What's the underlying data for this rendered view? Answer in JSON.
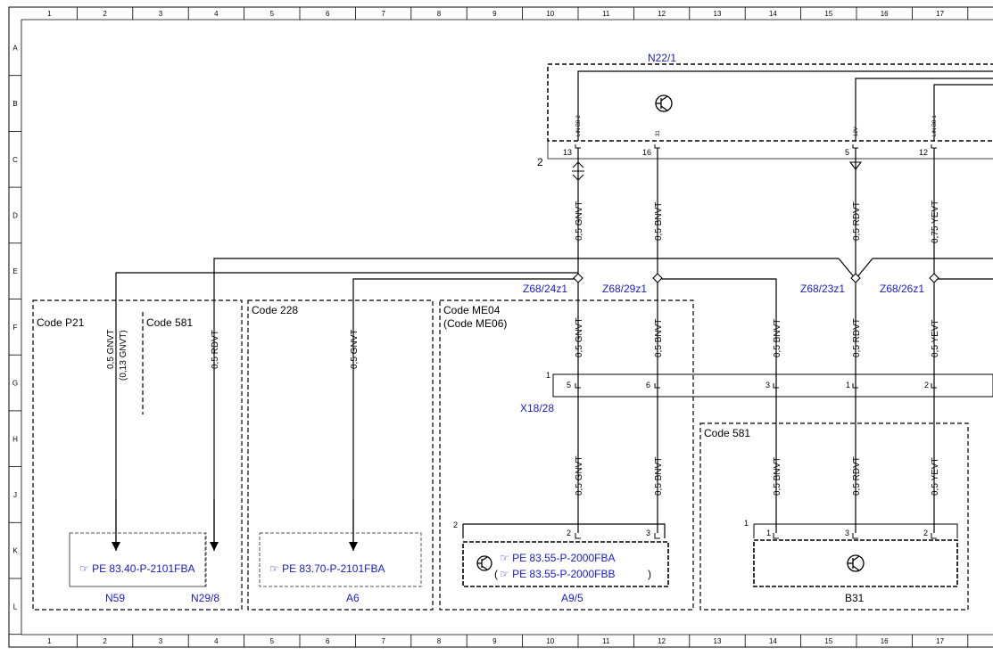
{
  "grid": {
    "columns": [
      "1",
      "2",
      "3",
      "4",
      "5",
      "6",
      "7",
      "8",
      "9",
      "10",
      "11",
      "12",
      "13",
      "14",
      "15",
      "16",
      "17"
    ],
    "rows": [
      "A",
      "B",
      "C",
      "D",
      "E",
      "F",
      "G",
      "H",
      "J",
      "K",
      "L"
    ]
  },
  "module": {
    "name": "N22/1",
    "ground_marker": "2",
    "pin_labels": {
      "lin2": "LIN B8-2",
      "p31": "31",
      "p12v": "12V",
      "lin1": "LIN B8-1"
    },
    "pins": {
      "p13": "13",
      "p16": "16",
      "p5": "5",
      "p12": "12"
    }
  },
  "wires": {
    "gnvt_top": "0,5 GNVT",
    "bnvt_top": "0,5 BNVT",
    "rdvt_top": "0,5 RDVT",
    "yevt_top": "0,75 YEVT",
    "gnvt_mid": "0,5 GNVT",
    "bnvt_mid": "0,5 BNVT",
    "bnvt_branch": "0,5 BNVT",
    "rdvt_mid": "0,5 RDVT",
    "yevt_mid": "0,5 YEVT",
    "gnvt_p21": "0,5 GNVT",
    "gnvt_p21_alt": "(0,13 GNVT)",
    "rdvt_581": "0,5 RDVT",
    "gnvt_228": "0,5 GNVT",
    "gnvt_low": "0,5 GNVT",
    "bnvt_low": "0,5 BNVT",
    "bnvt_b31": "0,5 BNVT",
    "rdvt_b31": "0,5 RDVT",
    "yevt_b31": "0,5 YEVT"
  },
  "splices": {
    "z24": "Z68/24z1",
    "z29": "Z68/29z1",
    "z23": "Z68/23z1",
    "z26": "Z68/26z1"
  },
  "codes": {
    "p21": "Code P21",
    "c581a": "Code 581",
    "c228": "Code 228",
    "me04": "Code ME04",
    "me06": "(Code ME06)",
    "c581b": "Code 581"
  },
  "connector": {
    "name": "X18/28",
    "marker": "1",
    "pins": {
      "p5": "5",
      "p6": "6",
      "p3": "3",
      "p1": "1",
      "p2": "2"
    }
  },
  "refs": {
    "n59_n29": "PE 83.40-P-2101FBA",
    "a6": "PE 83.70-P-2101FBA",
    "a95_1": "PE 83.55-P-2000FBA",
    "a95_2": "PE 83.55-P-2000FBB"
  },
  "components": {
    "n59": "N59",
    "n29": "N29/8",
    "a6": "A6",
    "a95": "A9/5",
    "b31": "B31"
  },
  "a95_detail": {
    "marker": "2",
    "pin2": "2",
    "pin3": "3",
    "open_paren": "(",
    "close_paren": ")"
  },
  "b31_detail": {
    "marker": "1",
    "pin1": "1",
    "pin3": "3",
    "pin2": "2"
  }
}
